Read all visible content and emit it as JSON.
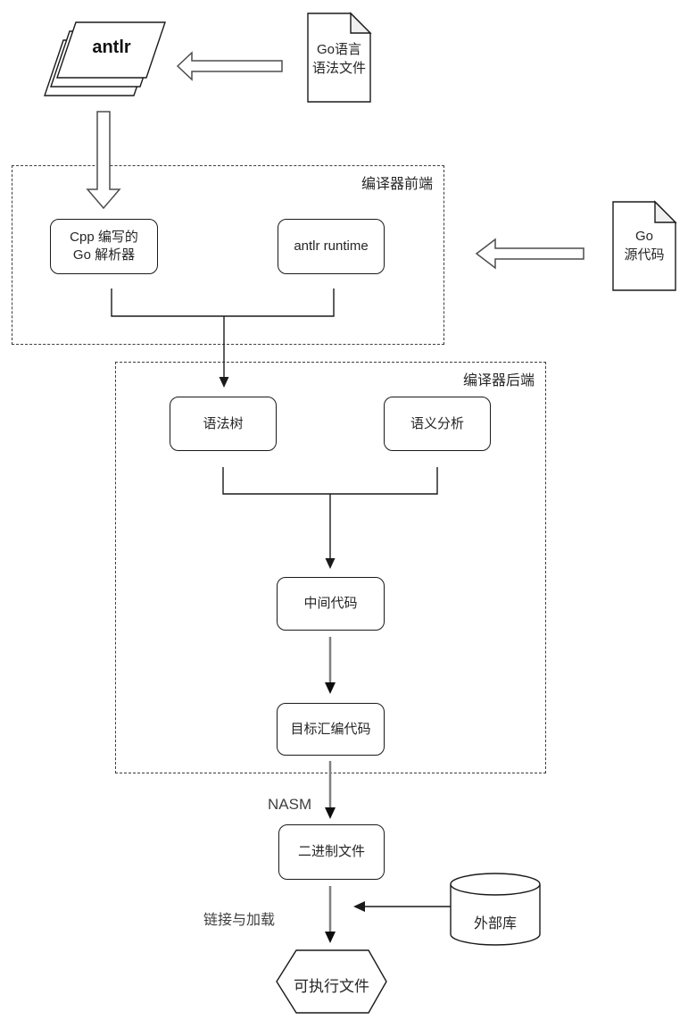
{
  "antlr": {
    "label": "antlr"
  },
  "grammar_doc": {
    "line1": "Go语言",
    "line2": "语法文件"
  },
  "source_doc": {
    "line1": "Go",
    "line2": "源代码"
  },
  "frontend": {
    "label": "编译器前端",
    "cpp_parser_line1": "Cpp 编写的",
    "cpp_parser_line2": "Go 解析器",
    "antlr_runtime": "antlr runtime"
  },
  "backend": {
    "label": "编译器后端",
    "syntax_tree": "语法树",
    "semantic_analysis": "语义分析",
    "intermediate_code": "中间代码",
    "target_assembly": "目标汇编代码"
  },
  "flow": {
    "nasm": "NASM",
    "link_load": "链接与加载",
    "binary_file": "二进制文件",
    "external_lib": "外部库",
    "executable": "可执行文件"
  },
  "colors": {
    "stroke": "#1a1a1a",
    "hollow_arrow_stroke": "#4d4d4d",
    "gray_stem": "#808080",
    "fold_fill": "#f0f0f0",
    "dashed_border": "#3d3d3d"
  }
}
